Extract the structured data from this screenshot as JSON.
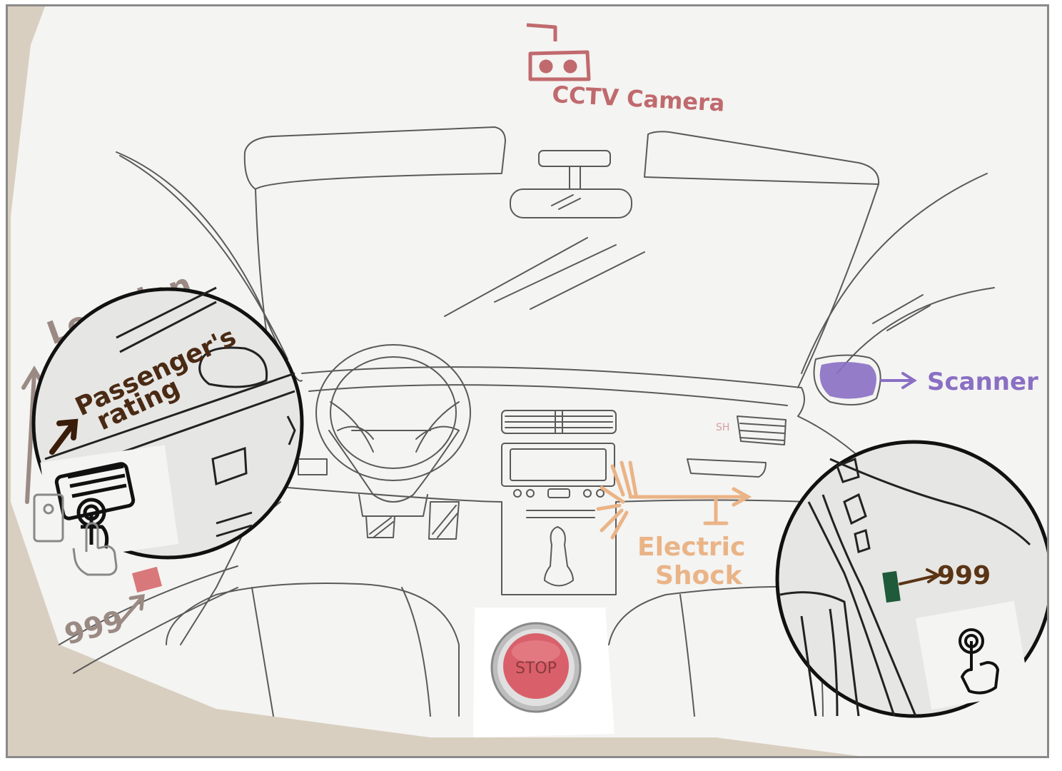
{
  "annotations": {
    "cctv": {
      "label": "CCTV Camera",
      "color": "#c06a6e"
    },
    "location": {
      "label": "Location",
      "color": "#9b8a84"
    },
    "passenger_rating": {
      "label_line1": "Passenger's",
      "label_line2": "rating",
      "color": "#4a2a14"
    },
    "scanner": {
      "label": "Scanner",
      "color": "#8a6fc4"
    },
    "electric_shock": {
      "label_line1": "Electric",
      "label_line2": "Shock",
      "color": "#eab487"
    },
    "emergency_left": {
      "label": "999",
      "color": "#9b8a84",
      "button_color": "#d9787a"
    },
    "emergency_right": {
      "label": "999",
      "color": "#5a3414",
      "button_color": "#1f5a3a"
    },
    "stop_button": {
      "label": "STOP",
      "color": "#d9606a"
    }
  },
  "icons": [
    "cctv-camera-icon",
    "tablet-touch-icon",
    "hand-tap-icon",
    "stop-button-icon",
    "panic-button-icon"
  ],
  "colors": {
    "paper": "#f4f4f2",
    "sketch": "#555555",
    "frame": "#8a8a8a"
  }
}
